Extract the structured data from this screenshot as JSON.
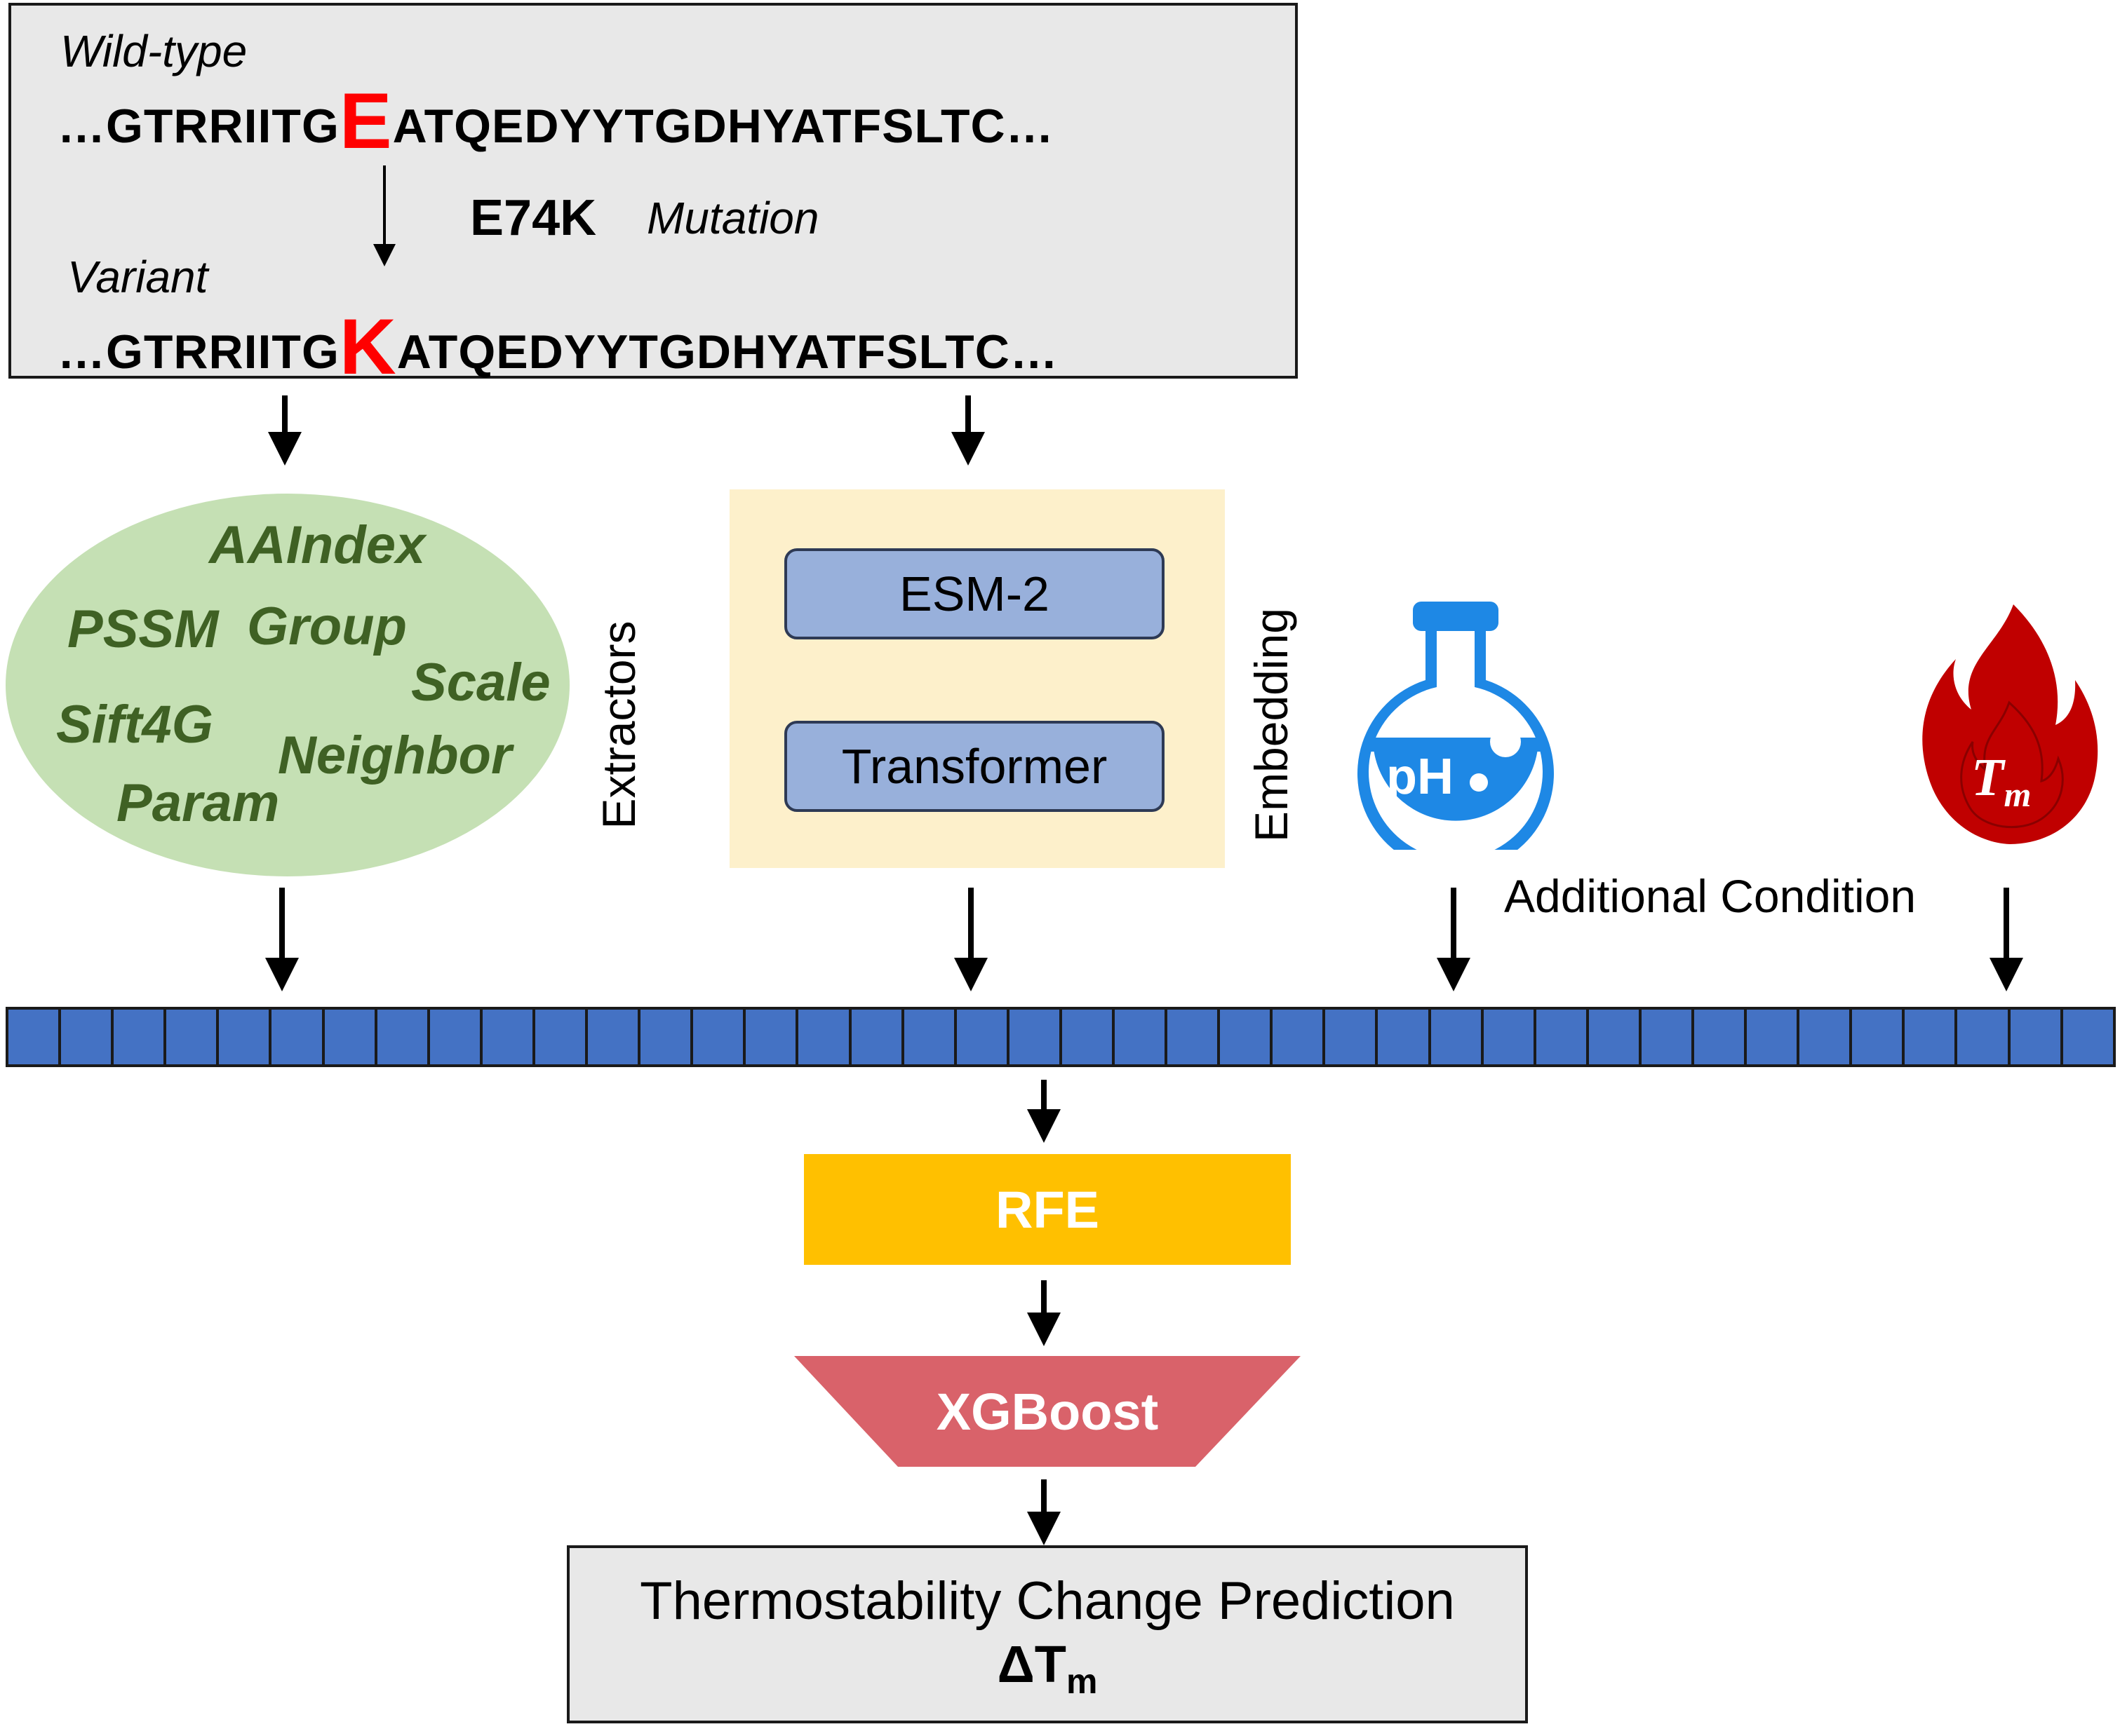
{
  "sequence": {
    "wild_label": "Wild-type",
    "wild_prefix": "…GTRRIITG",
    "wild_residue": "E",
    "wild_suffix": "ATQEDYYTGDHYATFSLTC…",
    "mutation_code": "E74K",
    "mutation_word": "Mutation",
    "variant_label": "Variant",
    "variant_prefix": "…GTRRIITG",
    "variant_residue": "K",
    "variant_suffix": "ATQEDYYTGDHYATFSLTC…"
  },
  "features": {
    "items": [
      "AAIndex",
      "PSSM",
      "Group",
      "Scale",
      "Sift4G",
      "Neighbor",
      "Param"
    ],
    "label": "Extractors"
  },
  "embedding": {
    "model_1": "ESM-2",
    "model_2": "Transformer",
    "label": "Embedding"
  },
  "conditions": {
    "ph_text": "pH",
    "tm_symbol": "T",
    "tm_subscript": "m",
    "label": "Additional Condition"
  },
  "feature_vector": {
    "cells": 40
  },
  "pipeline": {
    "step_1": "RFE",
    "step_2": "XGBoost"
  },
  "output": {
    "title": "Thermostability Change Prediction",
    "symbol": "ΔT",
    "symbol_sub": "m"
  },
  "colors": {
    "mutation": "#ff0000",
    "ellipse": "#c5e0b4",
    "feature_text": "#3f6124",
    "panel": "#fdf0cb",
    "model_box": "#98b0db",
    "ph_flask": "#1e88e5",
    "flame": "#c00000",
    "vector": "#4472c4",
    "rfe": "#ffc000",
    "xgboost": "#d9626a"
  }
}
